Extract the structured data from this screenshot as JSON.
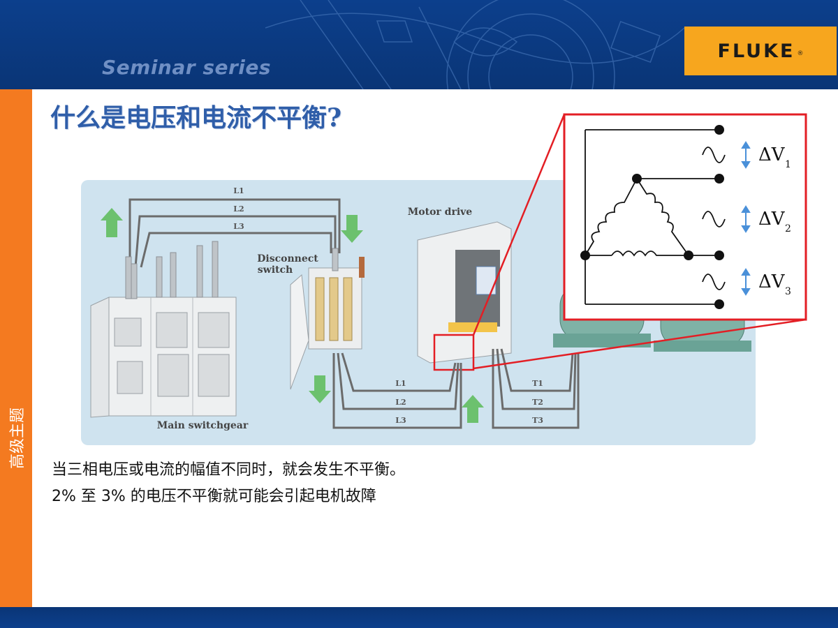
{
  "header": {
    "series_label": "Seminar series",
    "brand_text": "FLUKE",
    "brand_reg": "®",
    "colors": {
      "band": "#0c3f8c",
      "brand": "#f7a61e",
      "accent": "#f47a20"
    }
  },
  "sidebar": {
    "label": "高级主题"
  },
  "slide": {
    "title": "什么是电压和电流不平衡?",
    "lines": [
      "当三相电压或电流的幅值不同时，就会发生不平衡。",
      "2% 至 3% 的电压不平衡就可能会引起电机故障"
    ]
  },
  "diagram": {
    "top_lines": [
      "L1",
      "L2",
      "L3"
    ],
    "bottom_left_lines": [
      "L1",
      "L2",
      "L3"
    ],
    "bottom_right_lines": [
      "T1",
      "T2",
      "T3"
    ],
    "disconnect_label_1": "Disconnect",
    "disconnect_label_2": "switch",
    "motor_drive_label": "Motor drive",
    "switchgear_label": "Main switchgear"
  },
  "inset": {
    "labels": [
      {
        "main": "ΔV",
        "sub": "1"
      },
      {
        "main": "ΔV",
        "sub": "2"
      },
      {
        "main": "ΔV",
        "sub": "3"
      }
    ]
  }
}
